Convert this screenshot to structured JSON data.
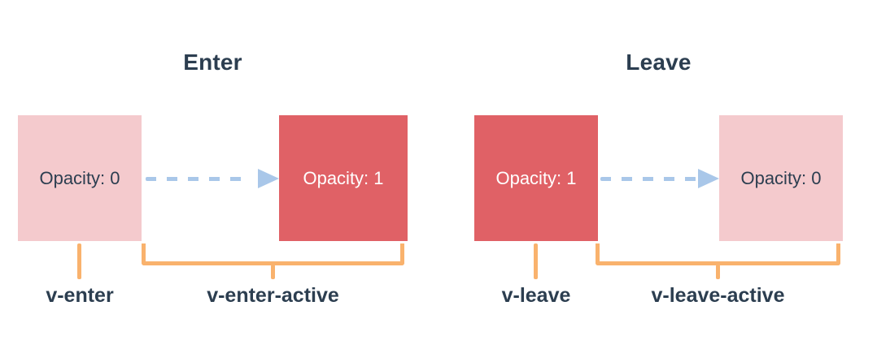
{
  "colors": {
    "box_faded": "#f4cacd",
    "box_solid": "#e06166",
    "arrow": "#a9c7e9",
    "bracket": "#f9b26d",
    "text": "#2c3e50",
    "box_solid_text": "#ffffff",
    "background": "#ffffff"
  },
  "enter": {
    "title": "Enter",
    "start_box": {
      "label": "Opacity: 0"
    },
    "end_box": {
      "label": "Opacity: 1"
    },
    "start_class_label": "v-enter",
    "active_class_label": "v-enter-active"
  },
  "leave": {
    "title": "Leave",
    "start_box": {
      "label": "Opacity: 1"
    },
    "end_box": {
      "label": "Opacity: 0"
    },
    "start_class_label": "v-leave",
    "active_class_label": "v-leave-active"
  }
}
